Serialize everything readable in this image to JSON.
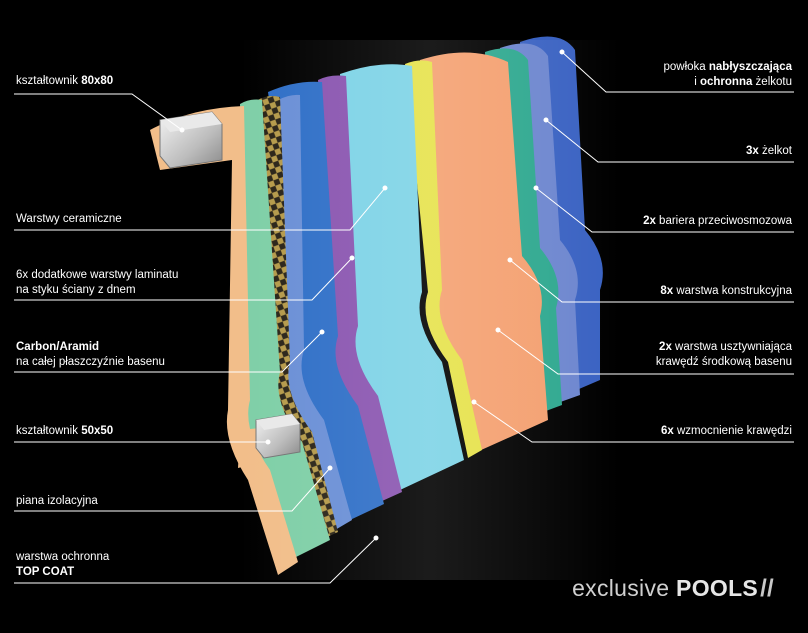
{
  "labels": {
    "l1": {
      "strong": "",
      "text": "kształtownik ",
      "bold": "80x80"
    },
    "l2": {
      "text": "Warstwy ceramiczne"
    },
    "l3": {
      "text1": "6x dodatkowe warstwy laminatu",
      "text2": "na styku ściany z dnem"
    },
    "l4": {
      "bold": "Carbon/Aramid",
      "text2": "na całej płaszczyźnie basenu"
    },
    "l5": {
      "text": "kształtownik ",
      "bold": "50x50"
    },
    "l6": {
      "text": "piana izolacyjna"
    },
    "l7": {
      "text1": "warstwa ochronna",
      "bold": "TOP COAT"
    },
    "r1": {
      "pre": "powłoka ",
      "bold1": "nabłyszczająca",
      "pre2": "i ",
      "bold2": "ochronna",
      "post2": " żelkotu"
    },
    "r2": {
      "bold": "3x",
      "text": " żelkot"
    },
    "r3": {
      "bold": "2x",
      "text": " bariera przeciwosmozowa"
    },
    "r4": {
      "bold": "8x",
      "text": " warstwa konstrukcyjna"
    },
    "r5": {
      "bold": "2x",
      "text1": " warstwa usztywniająca",
      "text2": "krawędź środkową basenu"
    },
    "r6": {
      "bold": "6x",
      "text": " wzmocnienie krawędzi"
    }
  },
  "logo": {
    "light": "exclusive ",
    "strong": "POOLS",
    "mark": "//"
  },
  "colors": {
    "background": "#000000",
    "topcoat": "#f2be8a",
    "foam": "#7fcfa7",
    "carbon": "#3a3020",
    "ceramic_blue": "#2f6fc7",
    "ceramic_purple": "#8a55b0",
    "teal_light": "#7dd3e6",
    "yellow": "#e6e24a",
    "structural_orange": "#f4a070",
    "barrier_teal": "#2ea88f",
    "gelcoat": "#5b7cc8",
    "gloss": "#3a62c2",
    "profile_grey": "#c8c8c8"
  }
}
